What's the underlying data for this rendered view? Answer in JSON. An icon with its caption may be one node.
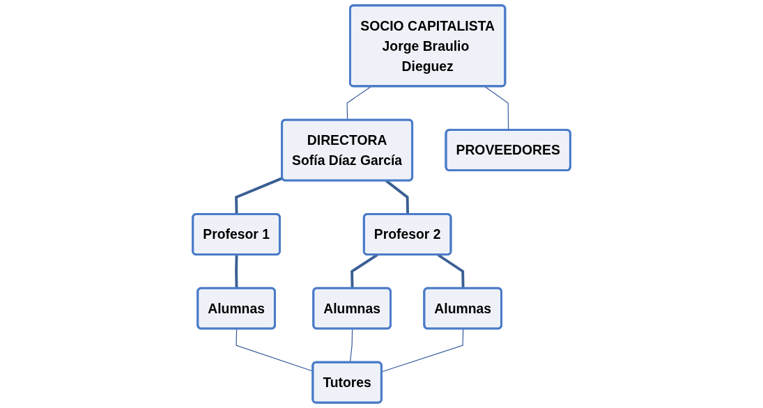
{
  "diagram": {
    "nodes": [
      {
        "text": [
          "SOCIO CAPITALISTA",
          "Jorge Braulio Dieguez"
        ]
      },
      {
        "text": [
          "DIRECTORA",
          "Sofía Díaz García"
        ]
      },
      {
        "text": [
          "PROVEEDORES"
        ]
      },
      {
        "text": [
          "Profesor 1"
        ]
      },
      {
        "text": [
          "Profesor 2"
        ]
      },
      {
        "text": [
          "Alumnas"
        ]
      },
      {
        "text": [
          "Alumnas"
        ]
      },
      {
        "text": [
          "Alumnas"
        ]
      },
      {
        "text": [
          "Tutores"
        ]
      }
    ],
    "edges": [
      {
        "from": 0,
        "to": 1,
        "arrow": "none"
      },
      {
        "from": 0,
        "to": 2,
        "arrow": "none"
      },
      {
        "from": 1,
        "to": 3,
        "arrow": "none",
        "style": "thick"
      },
      {
        "from": 1,
        "to": 4,
        "arrow": "none",
        "style": "thick"
      },
      {
        "from": 3,
        "to": 5,
        "arrow": "none",
        "style": "thick"
      },
      {
        "from": 4,
        "to": 6,
        "arrow": "none",
        "style": "thick"
      },
      {
        "from": 4,
        "to": 7,
        "arrow": "none",
        "style": "thick"
      },
      {
        "from": 5,
        "to": 8,
        "arrow": "none"
      },
      {
        "from": 6,
        "to": 8,
        "arrow": "none"
      },
      {
        "from": 7,
        "to": 8,
        "arrow": "none"
      }
    ]
  }
}
